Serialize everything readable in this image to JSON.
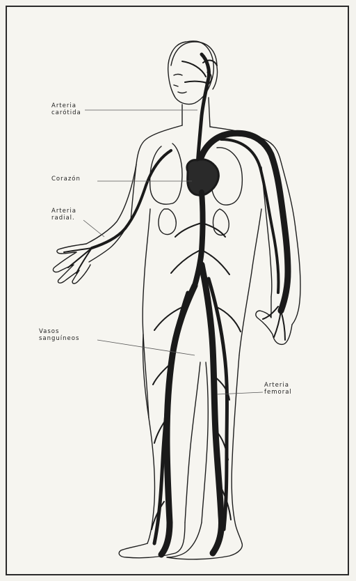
{
  "labels": {
    "carotid": {
      "line1": "Arteria",
      "line2": "carótida"
    },
    "heart": {
      "line1": "Corazón"
    },
    "radial": {
      "line1": "Arteria",
      "line2": "radial."
    },
    "vessels": {
      "line1": "Vasos",
      "line2": "sanguíneos"
    },
    "femoral": {
      "line1": "Arteria",
      "line2": "femoral"
    }
  },
  "colors": {
    "ink": "#1e1e1e",
    "paper": "#f6f5f0"
  }
}
